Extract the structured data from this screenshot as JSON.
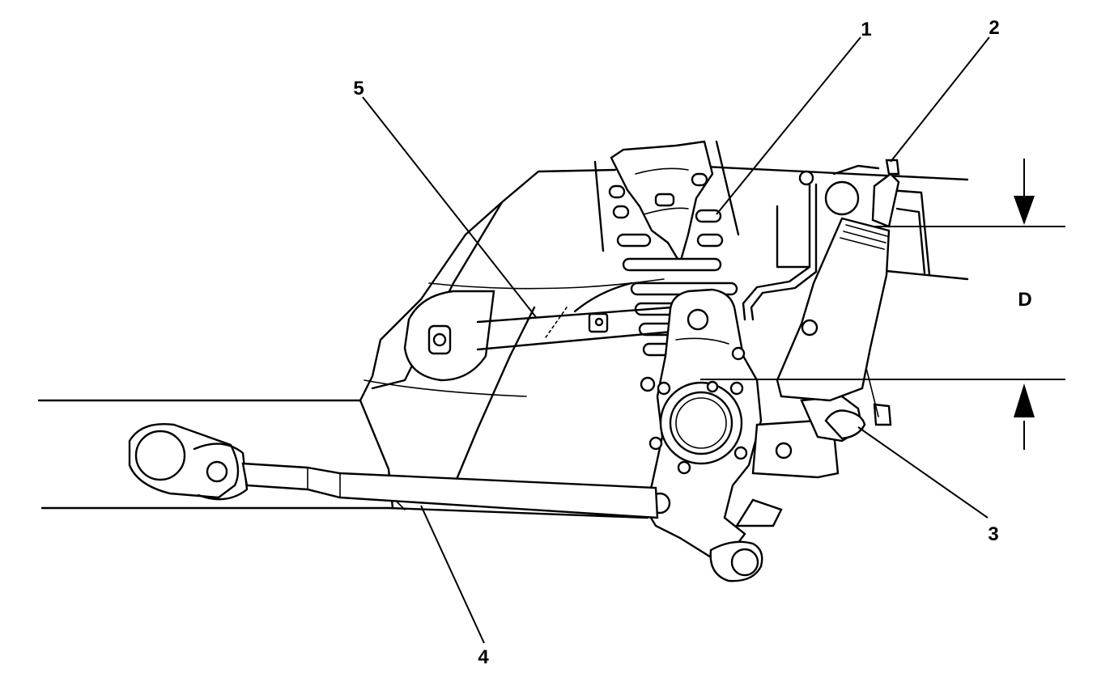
{
  "callouts": [
    {
      "id": "1",
      "label": "1"
    },
    {
      "id": "2",
      "label": "2"
    },
    {
      "id": "3",
      "label": "3"
    },
    {
      "id": "4",
      "label": "4"
    },
    {
      "id": "5",
      "label": "5"
    }
  ],
  "dimension": {
    "label": "D"
  }
}
